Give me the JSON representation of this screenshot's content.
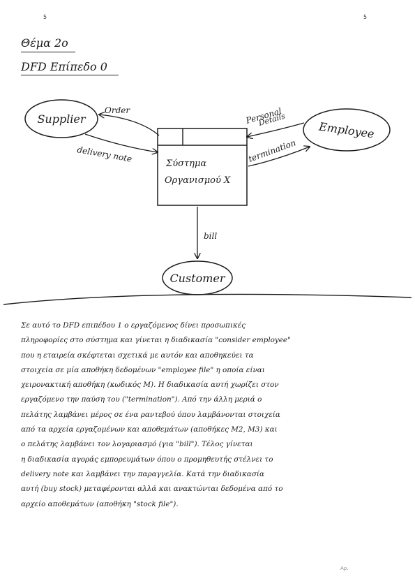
{
  "page": {
    "number_left": "5",
    "number_right": "5"
  },
  "headings": {
    "topic": "Θέμα 2ο",
    "dfd_level": "DFD Επίπεδο 0"
  },
  "diagram": {
    "supplier": "Supplier",
    "employee": "Employee",
    "customer": "Customer",
    "process_line1": "Σύστημα",
    "process_line2": "Οργανισμού Χ",
    "flow_order": "Order",
    "flow_delivery": "delivery note",
    "flow_personal_1": "Personal",
    "flow_personal_2": "Details",
    "flow_termination": "termination",
    "flow_bill": "bill"
  },
  "paragraph": [
    "Σε αυτό το DFD επιπέδου 1 ο εργαζόμενος δίνει προσωπικές",
    "πληροφορίες στο σύστημα και γίνεται η διαδικασία \"consider employee\"",
    "που η εταιρεία σκέφτεται σχετικά με αυτόν και αποθηκεύει τα",
    "στοιχεία σε μία αποθήκη δεδομένων \"employee file\" η οποία είναι",
    "χειρονακτική αποθήκη (κωδικός Μ). Η διαδικασία αυτή χωρίζει στον",
    "εργαζόμενο την παύση του (\"termination\"). Από την άλλη μεριά ο",
    "πελάτης λαμβάνει μέρος σε ένα ραντεβού όπου λαμβάνονται στοιχεία",
    "από τα αρχεία εργαζομένων και αποθεμάτων (αποθήκες Μ2, Μ3) και",
    "ο πελάτης λαμβάνει τον λογαριασμό (για \"bill\"). Τέλος γίνεται",
    "η διαδικασία αγοράς εμπορευμάτων όπου ο προμηθευτής στέλνει το",
    "delivery note και λαμβάνει την παραγγελία. Κατά την διαδικασία",
    "αυτή (buy stock) μεταφέρονται αλλά και ανακτώνται δεδομένα από το",
    "αρχείο αποθεμάτων (αποθήκη \"stock file\")."
  ],
  "footer": {
    "mark": "Αρ."
  }
}
